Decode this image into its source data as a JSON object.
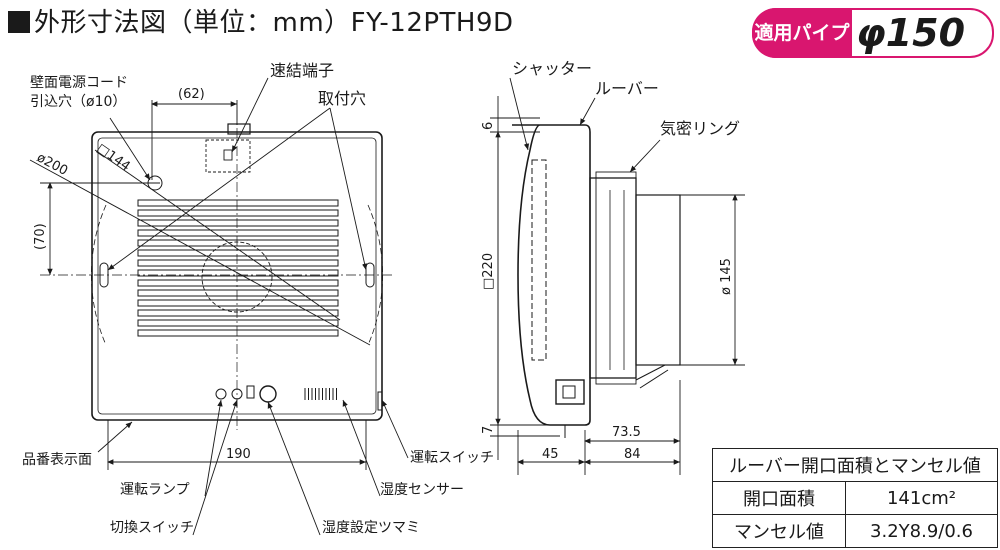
{
  "title": "外形寸法図（単位：mm）FY-12PTH9D",
  "pipe": {
    "label": "適用パイプ",
    "value": "φ150"
  },
  "labels": {
    "power_cord": "壁面電源コード",
    "power_cord2": "引込穴（ø10）",
    "terminal": "速結端子",
    "mount_hole": "取付穴",
    "model_display": "品番表示面",
    "run_lamp": "運転ランプ",
    "select_switch": "切換スイッチ",
    "humidity_knob": "湿度設定ツマミ",
    "humidity_sensor": "湿度センサー",
    "run_switch": "運転スイッチ",
    "shutter": "シャッター",
    "louver": "ルーバー",
    "airtight_ring": "気密リング"
  },
  "dims": {
    "d62": "(62)",
    "d200": "ø200",
    "d144": "□144",
    "d70": "(70)",
    "d190": "190",
    "d6": "6",
    "d220": "□220",
    "d7": "7",
    "d145": "ø 145",
    "d73_5": "73.5",
    "d45": "45",
    "d84": "84"
  },
  "spec_table": {
    "header": "ルーバー開口面積とマンセル値",
    "rows": [
      {
        "name": "開口面積",
        "value": "141cm²"
      },
      {
        "name": "マンセル値",
        "value": "3.2Y8.9/0.6"
      }
    ]
  }
}
